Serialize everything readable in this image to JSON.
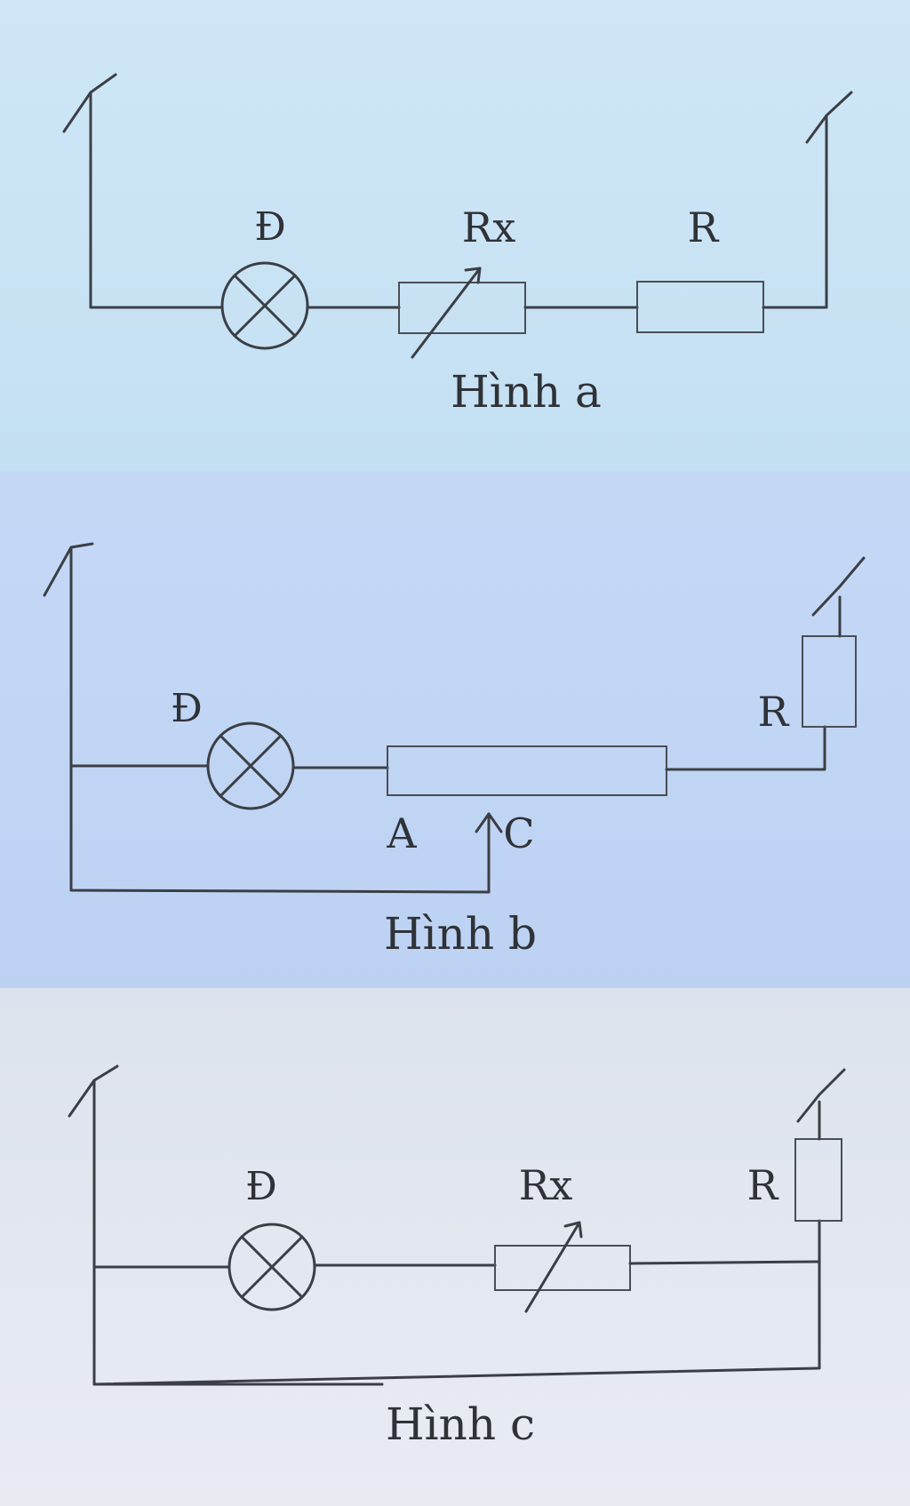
{
  "colors": {
    "panel_a_bg": "#cfe7f7",
    "panel_b_bg": "#c5d8f6",
    "panel_c_bg": "#dde3ee",
    "ink": "#3b3f45"
  },
  "diagrams": {
    "a": {
      "lamp": "Đ",
      "rheostat": "Rx",
      "resistor": "R",
      "caption": "Hình a"
    },
    "b": {
      "lamp": "Đ",
      "resistor": "R",
      "point_a": "A",
      "point_c": "C",
      "caption": "Hình b"
    },
    "c": {
      "lamp": "Đ",
      "rheostat": "Rx",
      "resistor": "R",
      "caption": "Hình c"
    }
  }
}
